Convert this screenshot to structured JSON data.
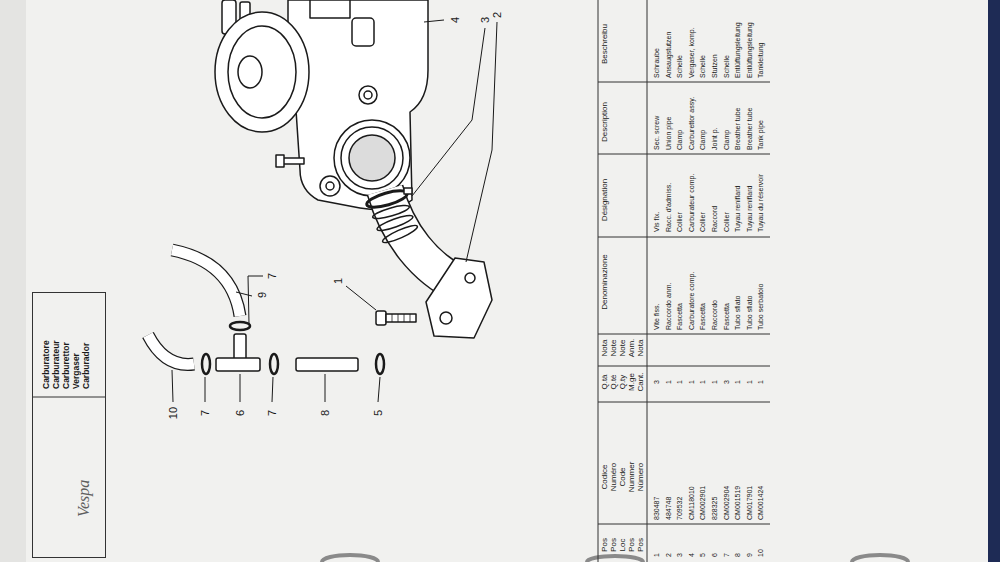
{
  "diagram": {
    "nodes": [
      {
        "text": [
          "Vespa",
          "Carburatore Carburateur Carburettor Vergaser Carburador"
        ]
      }
    ],
    "labels": [
      "10",
      "7",
      "6",
      "7",
      "8",
      "5",
      "9",
      "7",
      "1",
      "4",
      "3",
      "2",
      "Pos Pos Loc Pos Pos",
      "Codice Numéro Code Nummer Número",
      "Q.tà Q.té Q.ty M.ge Cant.",
      "Nota Note Note Anm. Nota",
      "Denominazione",
      "Désignation",
      "Description",
      "Beschreibu",
      "1",
      "830487",
      "3",
      "Vite fiss.",
      "Vis fix.",
      "Sec. screw",
      "Schraube",
      "2",
      "484748",
      "1",
      "Raccordo anm.",
      "Racc. d'admiss.",
      "Union pipe",
      "Ansaugstutzen",
      "3",
      "709532",
      "1",
      "Fascetta",
      "Collier",
      "Clamp",
      "Schelle",
      "4",
      "CM118010",
      "1",
      "Carburatore comp.",
      "Carburateur comp.",
      "Carburettor assy.",
      "Vergaser, komp.",
      "5",
      "CM002901",
      "1",
      "Fascetta",
      "Collier",
      "Clamp",
      "Schelle",
      "6",
      "828325",
      "1",
      "Raccordo",
      "Raccord",
      "Joint p.",
      "Stutzen",
      "7",
      "CM002904",
      "3",
      "Fascetta",
      "Collier",
      "Clamp",
      "Schelle",
      "8",
      "CM001519",
      "1",
      "Tubo sfiato",
      "Tuyau reniflard",
      "Breather tube",
      "Entlüftungsleitung",
      "9",
      "CM017901",
      "1",
      "Tubo sfiato",
      "Tuyau reniflard",
      "Breather tube",
      "Entlüftungsleitung",
      "10",
      "CM001424",
      "1",
      "Tubo serbatoio",
      "Tuyau du réservoir",
      "Tank pipe",
      "Tankleitung"
    ]
  }
}
